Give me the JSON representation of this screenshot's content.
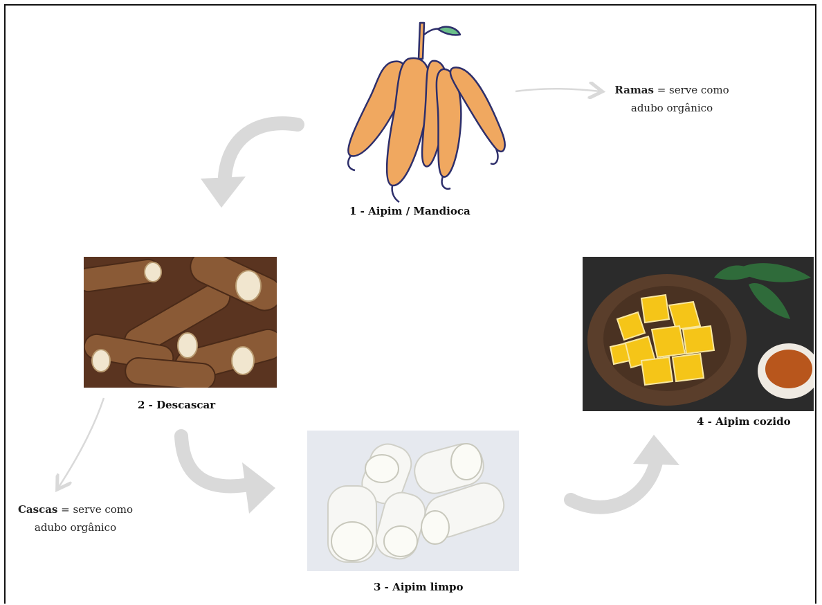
{
  "steps": {
    "s1": "1 - Aipim / Mandioca",
    "s2": "2 - Descascar",
    "s3": "3 - Aipim limpo",
    "s4": "4 - Aipim cozido"
  },
  "notes": {
    "ramas": {
      "term": "Ramas",
      "rest1": " = serve como",
      "rest2": "adubo orgânico"
    },
    "cascas": {
      "term": "Cascas",
      "rest1": " = serve como",
      "rest2": "adubo orgânico"
    }
  },
  "colors": {
    "arrow": "#d9d9d9",
    "cassava_flesh": "#f0a860",
    "cassava_outline": "#2e2f6b",
    "leaf": "#6bbf8a"
  },
  "icons": [
    "cassava-illustration",
    "curved-arrow",
    "thin-arrow"
  ]
}
